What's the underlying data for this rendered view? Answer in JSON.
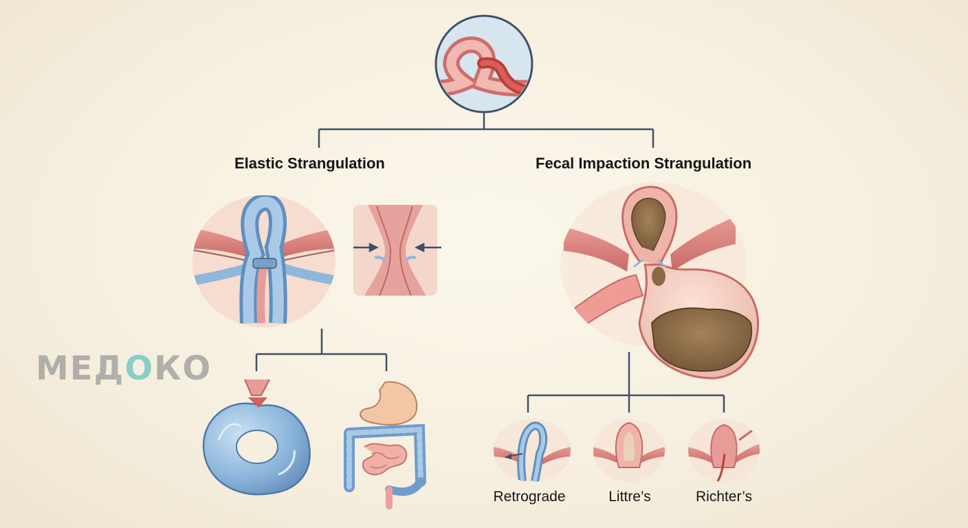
{
  "branches": {
    "left": {
      "title": "Elastic Strangulation"
    },
    "right": {
      "title": "Fecal Impaction Strangulation"
    }
  },
  "subtypes": [
    {
      "label": "Retrograde"
    },
    {
      "label": "Littre’s"
    },
    {
      "label": "Richter’s"
    }
  ],
  "watermark": {
    "prefix": "МЕД",
    "accent": "О",
    "suffix": "КО"
  },
  "colors": {
    "line": "#3f4f66",
    "bowel_pink": "#e9a2a0",
    "bowel_blue": "#8fb7dc",
    "feces": "#8a6a45",
    "wall": "#f2cfc0",
    "muscle": "#d9817e",
    "watermark_accent": "#63c6c3"
  }
}
